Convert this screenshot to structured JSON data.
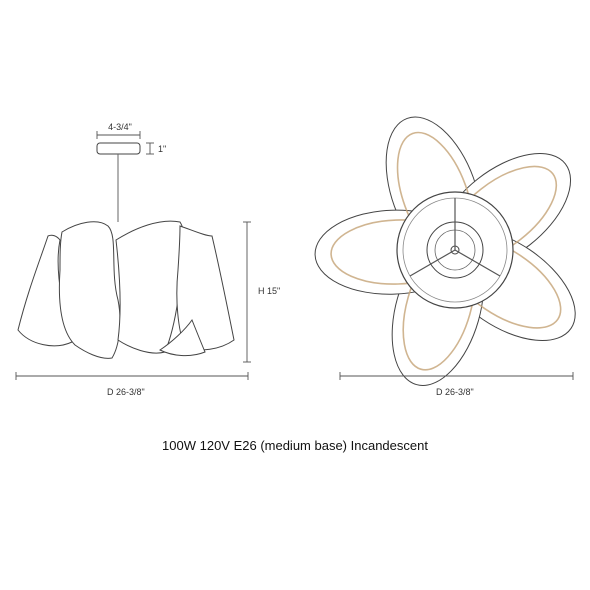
{
  "side_view": {
    "canopy_width_label": "4-3/4\"",
    "canopy_height_label": "1\"",
    "height_label": "H 15\"",
    "diameter_label": "D 26-3/8\""
  },
  "top_view": {
    "diameter_label": "D 26-3/8\""
  },
  "specs": {
    "bulb": "100W 120V E26 (medium base) Incandescent"
  }
}
